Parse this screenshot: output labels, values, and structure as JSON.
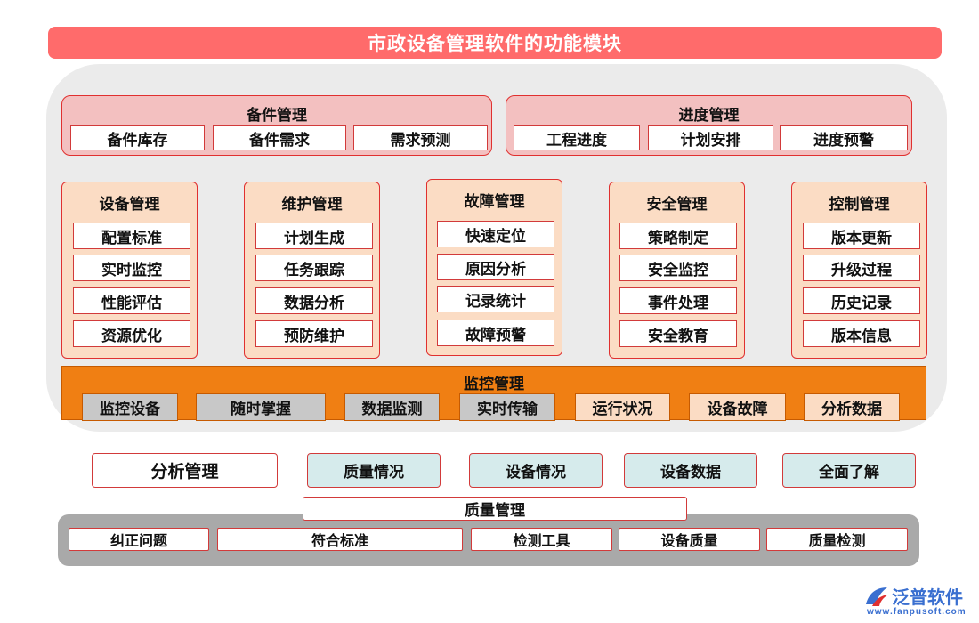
{
  "title": "市政设备管理软件的功能模块",
  "spare_parts": {
    "title": "备件管理",
    "items": [
      "备件库存",
      "备件需求",
      "需求预测"
    ]
  },
  "progress": {
    "title": "进度管理",
    "items": [
      "工程进度",
      "计划安排",
      "进度预警"
    ]
  },
  "columns": [
    {
      "title": "设备管理",
      "items": [
        "配置标准",
        "实时监控",
        "性能评估",
        "资源优化"
      ]
    },
    {
      "title": "维护管理",
      "items": [
        "计划生成",
        "任务跟踪",
        "数据分析",
        "预防维护"
      ]
    },
    {
      "title": "故障管理",
      "items": [
        "快速定位",
        "原因分析",
        "记录统计",
        "故障预警"
      ]
    },
    {
      "title": "安全管理",
      "items": [
        "策略制定",
        "安全监控",
        "事件处理",
        "安全教育"
      ]
    },
    {
      "title": "控制管理",
      "items": [
        "版本更新",
        "升级过程",
        "历史记录",
        "版本信息"
      ]
    }
  ],
  "monitoring": {
    "title": "监控管理",
    "items": [
      "监控设备",
      "随时掌握",
      "数据监测",
      "实时传输",
      "运行状况",
      "设备故障",
      "分析数据"
    ]
  },
  "analysis": {
    "title": "分析管理",
    "items": [
      "质量情况",
      "设备情况",
      "设备数据",
      "全面了解"
    ]
  },
  "quality": {
    "title": "质量管理",
    "items": [
      "纠正问题",
      "符合标准",
      "检测工具",
      "设备质量",
      "质量检测"
    ]
  },
  "logo": {
    "name": "泛普软件",
    "url": "www.fanpusoft.com"
  },
  "colors": {
    "title_bar": "#ff6b6b",
    "group_border": "#e0302f",
    "monitor_orange": "#f07f13",
    "logo_blue": "#3a6fd0"
  }
}
